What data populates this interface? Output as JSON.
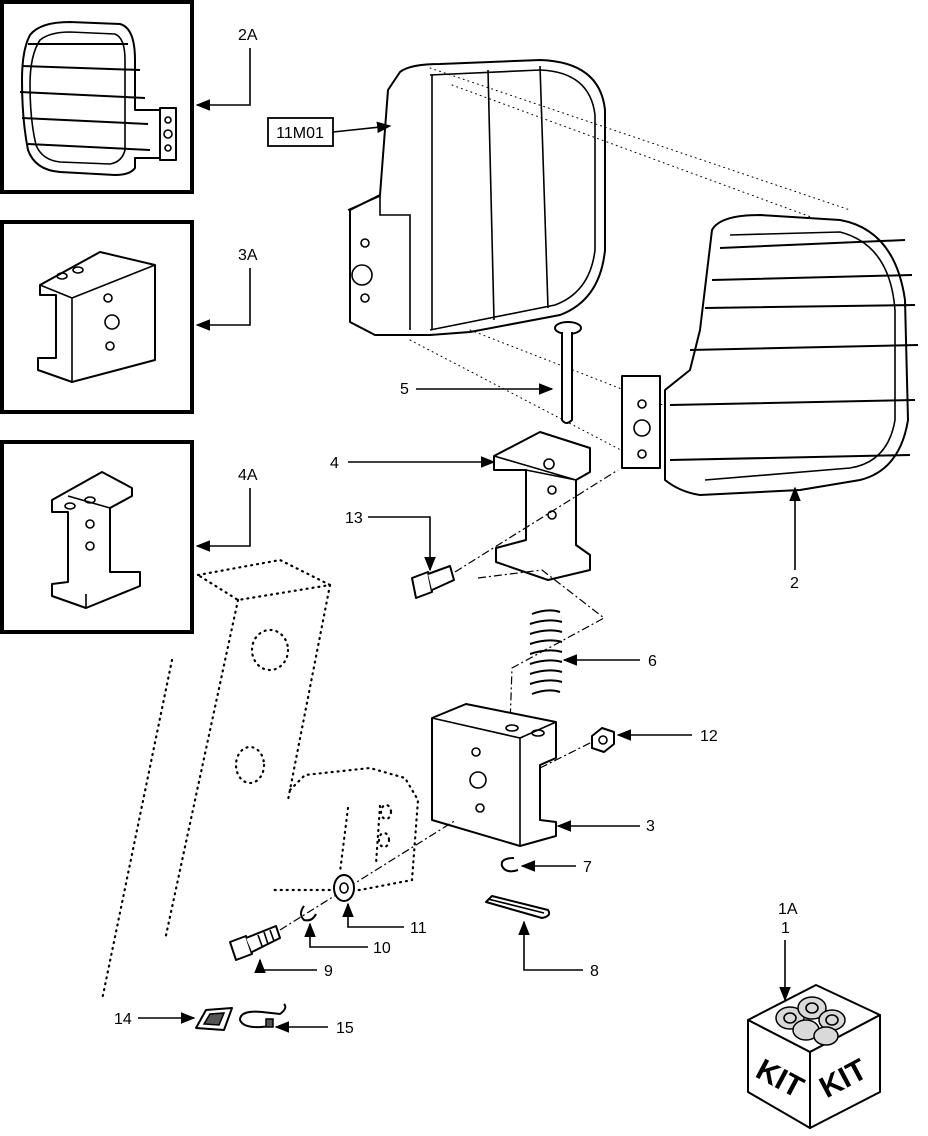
{
  "callouts": {
    "inset_2a": "2A",
    "inset_3a": "3A",
    "inset_4a": "4A",
    "ref_box": "11M01",
    "p1a": "1A",
    "p1": "1",
    "p2": "2",
    "p3": "3",
    "p4": "4",
    "p5": "5",
    "p6": "6",
    "p7": "7",
    "p8": "8",
    "p9": "9",
    "p10": "10",
    "p11": "11",
    "p12": "12",
    "p13": "13",
    "p14": "14",
    "p15": "15"
  },
  "kit": {
    "face_left": "KIT",
    "face_right": "KIT"
  }
}
